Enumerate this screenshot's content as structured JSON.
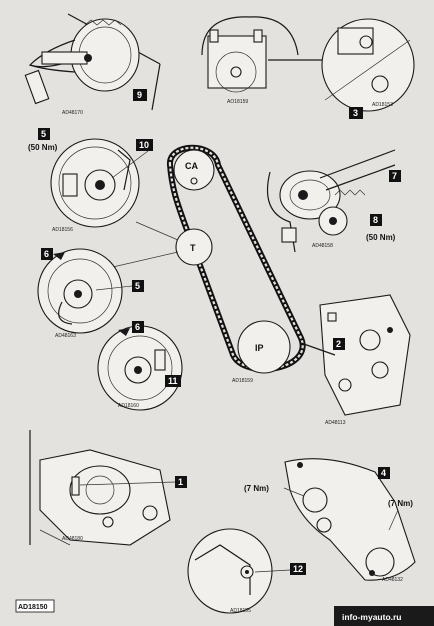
{
  "callouts": {
    "c1": "1",
    "c2": "2",
    "c3": "3",
    "c4": "4",
    "c5a": "5",
    "c5b": "5",
    "c6a": "6",
    "c6b": "6",
    "c7": "7",
    "c8": "8",
    "c9": "9",
    "c10": "10",
    "c11": "11",
    "c12": "12"
  },
  "torques": {
    "t50a": "(50 Nm)",
    "t50b": "(50 Nm)",
    "t7a": "(7 Nm)",
    "t7b": "(7 Nm)"
  },
  "pulleys": {
    "ca": "CA",
    "t": "T",
    "ip": "IP"
  },
  "captions": {
    "fig9": "AD48170",
    "fig3a": "AO18159",
    "fig3b": "AD18153",
    "fig10": "AD18156",
    "fig7": "AD48158",
    "fig5": "AD48163",
    "belt": "AD18159",
    "fig2": "AD48113",
    "fig6": "AD18160",
    "fig1": "AD48180",
    "fig4": "AD48132",
    "fig12": "AD18155"
  },
  "figure_id": "AD18150",
  "watermark": "info-myauto.ru"
}
